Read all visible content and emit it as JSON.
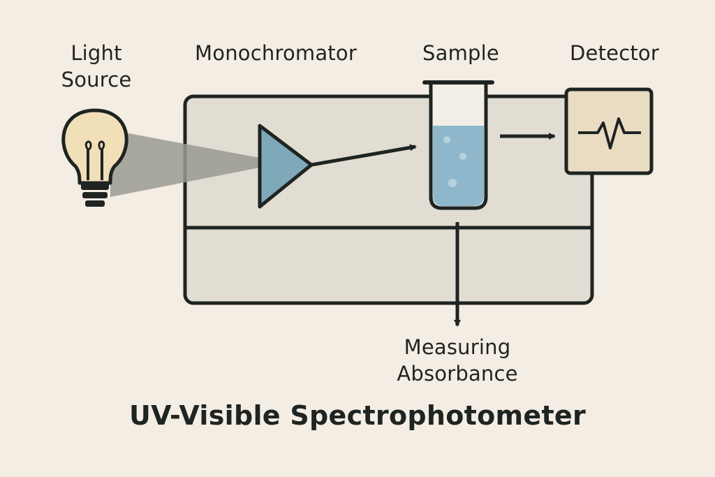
{
  "labels": {
    "light_source_line1": "Light",
    "light_source_line2": "Source",
    "monochromator": "Monochromator",
    "sample": "Sample",
    "detector": "Detector",
    "measuring_line1": "Measuring",
    "measuring_line2": "Absorbance"
  },
  "title": "UV-Visible Spectrophotometer",
  "colors": {
    "background": "#f4ede3",
    "instrument_body": "#e2ddd2",
    "outline": "#1e2422",
    "prism": "#7fa8b8",
    "liquid": "#8fb7cb",
    "detector_fill": "#eadcc3",
    "bulb_fill": "#f1dfb8",
    "beam": "#9a9a93"
  },
  "icons": {
    "light_source": "light-bulb-icon",
    "monochromator": "prism-icon",
    "sample": "test-tube-icon",
    "detector": "waveform-icon"
  }
}
